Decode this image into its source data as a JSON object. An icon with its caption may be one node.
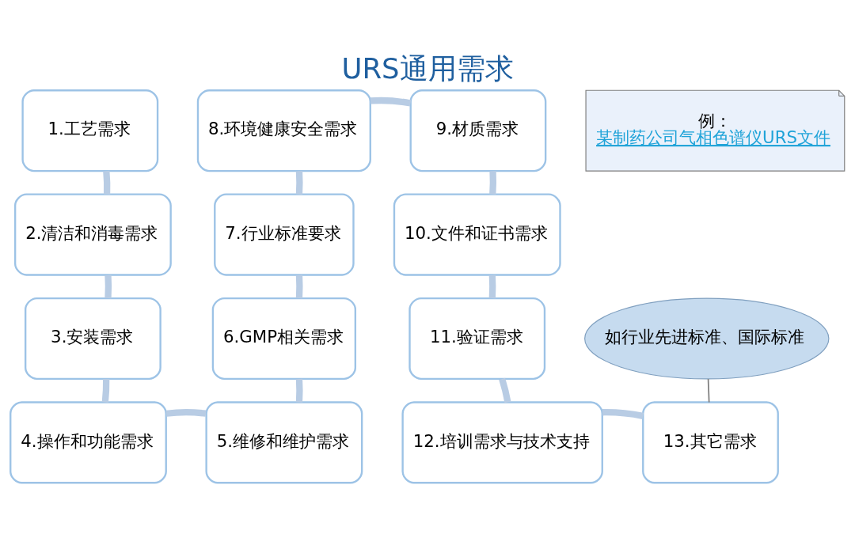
{
  "diagram": {
    "title": "URS通用需求",
    "nodes": [
      {
        "text": [
          "1.工艺需求"
        ]
      },
      {
        "text": [
          "2.清洁和消毒需求"
        ]
      },
      {
        "text": [
          "3.安装需求"
        ]
      },
      {
        "text": [
          "4.操作和功能需求"
        ]
      },
      {
        "text": [
          "5.维修和维护需求"
        ]
      },
      {
        "text": [
          "6.GMP相关需求"
        ]
      },
      {
        "text": [
          "7.行业标准要求"
        ]
      },
      {
        "text": [
          "8.环境健康安全需求"
        ]
      },
      {
        "text": [
          "9.材质需求"
        ]
      },
      {
        "text": [
          "10.文件和证书需求"
        ]
      },
      {
        "text": [
          "11.验证需求"
        ]
      },
      {
        "text": [
          "12.培训需求与技术支持"
        ]
      },
      {
        "text": [
          "13.其它需求"
        ]
      },
      {
        "text": [
          "如行业先进标准、国际标准"
        ]
      },
      {
        "text": [
          "例：",
          "某制药公司气相色谱仪URS文件"
        ]
      }
    ],
    "edges": [
      {
        "from": 0,
        "to": 1,
        "arrow": "none"
      },
      {
        "from": 1,
        "to": 2,
        "arrow": "none"
      },
      {
        "from": 2,
        "to": 3,
        "arrow": "none"
      },
      {
        "from": 3,
        "to": 4,
        "arrow": "none"
      },
      {
        "from": 4,
        "to": 5,
        "arrow": "none"
      },
      {
        "from": 5,
        "to": 6,
        "arrow": "none"
      },
      {
        "from": 6,
        "to": 7,
        "arrow": "none"
      },
      {
        "from": 7,
        "to": 8,
        "arrow": "none"
      },
      {
        "from": 8,
        "to": 9,
        "arrow": "none"
      },
      {
        "from": 9,
        "to": 10,
        "arrow": "none"
      },
      {
        "from": 10,
        "to": 11,
        "arrow": "none"
      },
      {
        "from": 11,
        "to": 12,
        "arrow": "none"
      },
      {
        "from": 13,
        "to": 12,
        "arrow": "none",
        "color": "#808080"
      }
    ]
  }
}
